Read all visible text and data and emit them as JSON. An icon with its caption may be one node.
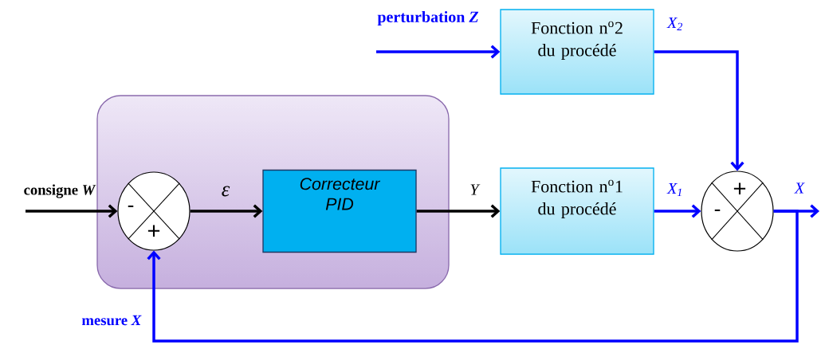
{
  "diagram": {
    "nodes": [
      {
        "text": [],
        "shape": "box"
      },
      {
        "text": [
          "-",
          "+"
        ],
        "in": 0
      },
      {
        "text": [
          "Correcteur PID"
        ],
        "in": 0
      },
      {
        "text": [
          "Fonction n$^{o}$2 du procédé"
        ]
      },
      {
        "text": [
          "Fonction n$^{o}$1 du procédé"
        ]
      },
      {
        "text": [
          "+",
          "-"
        ]
      }
    ],
    "edges": [
      {
        "from": null,
        "to": 1,
        "arrow": "to",
        "label": "consigne *W*",
        "color": "#000000"
      },
      {
        "from": 1,
        "to": 2,
        "arrow": "to",
        "label": "ε",
        "color": "#000000"
      },
      {
        "from": 2,
        "to": 4,
        "arrow": "to",
        "label": "Y",
        "color": "#000000"
      },
      {
        "from": null,
        "to": 3,
        "arrow": "to",
        "label": "perturbation *Z*"
      },
      {
        "from": 3,
        "to": 5,
        "arrow": "to",
        "label": "X$_{2}$"
      },
      {
        "from": 4,
        "to": 5,
        "arrow": "to",
        "label": "X$_{1}$"
      },
      {
        "from": 5,
        "to": null,
        "arrow": "to",
        "label": "X"
      },
      {
        "from": 5,
        "to": 1,
        "arrow": "to",
        "label": "mesure *X*"
      }
    ]
  }
}
